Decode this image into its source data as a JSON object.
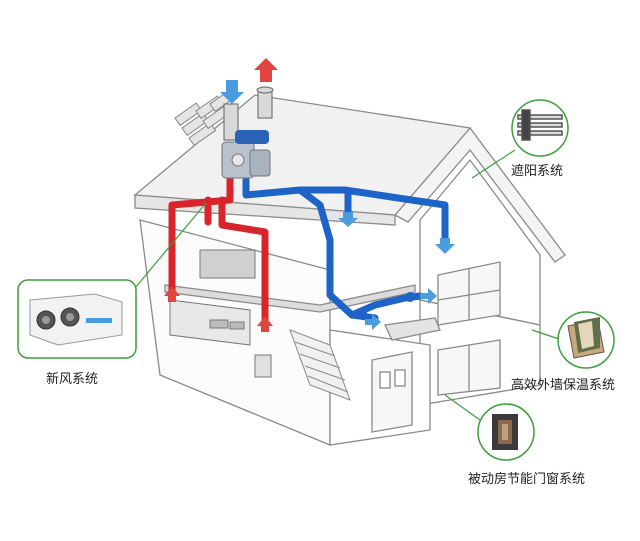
{
  "labels": {
    "fresh_air_system": "新风系统",
    "shading_system": "遮阳系统",
    "exterior_wall_insulation": "高效外墙保温系统",
    "passive_window_system": "被动房节能门窗系统"
  },
  "colors": {
    "supply_duct": "#1e63c8",
    "exhaust_duct": "#d8242a",
    "supply_arrow": "#4a9be0",
    "exhaust_arrow": "#e0463e",
    "callout_line": "#3aa03a",
    "outline": "#8a8a8a"
  }
}
